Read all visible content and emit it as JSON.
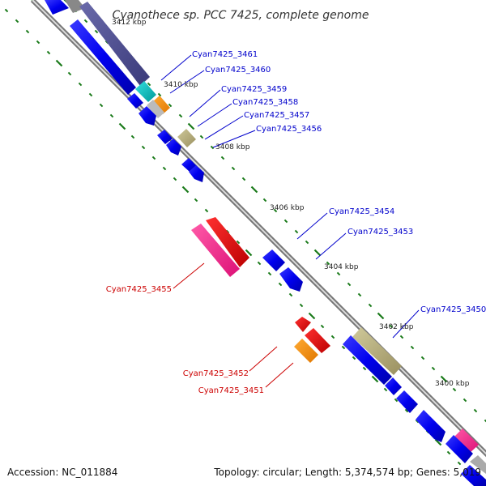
{
  "title": "Cyanothece sp. PCC 7425, complete genome",
  "accession_text": "Accession: NC_011884",
  "topology_text": "Topology: circular; Length: 5,374,574 bp; Genes: 5,019",
  "kbp_labels": [
    "3412 kbp",
    "3410 kbp",
    "3408 kbp",
    "3406 kbp",
    "3404 kbp",
    "3402 kbp",
    "3400 kbp"
  ],
  "gene_labels_forward": [
    "Cyan7425_3461",
    "Cyan7425_3460",
    "Cyan7425_3459",
    "Cyan7425_3458",
    "Cyan7425_3457",
    "Cyan7425_3456",
    "Cyan7425_3454",
    "Cyan7425_3453",
    "Cyan7425_3450"
  ],
  "gene_labels_reverse": [
    "Cyan7425_3455",
    "Cyan7425_3452",
    "Cyan7425_3451"
  ],
  "colors": {
    "forward_label": "#0000cc",
    "reverse_label": "#cc0000",
    "backbone": "#888888",
    "tick_green": "#1a7a1a"
  }
}
